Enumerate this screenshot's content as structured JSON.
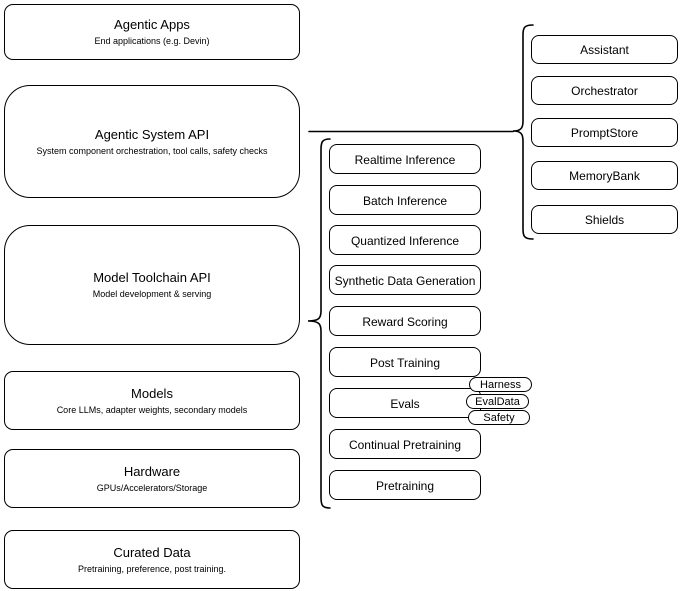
{
  "left_stack": [
    {
      "title": "Agentic Apps",
      "subtitle": "End applications (e.g. Devin)"
    },
    {
      "title": "Agentic System API",
      "subtitle": "System component orchestration, tool calls, safety checks"
    },
    {
      "title": "Model Toolchain API",
      "subtitle": "Model development & serving"
    },
    {
      "title": "Models",
      "subtitle": "Core LLMs, adapter weights, secondary models"
    },
    {
      "title": "Hardware",
      "subtitle": "GPUs/Accelerators/Storage"
    },
    {
      "title": "Curated Data",
      "subtitle": "Pretraining, preference, post training."
    }
  ],
  "toolchain_items": [
    "Realtime Inference",
    "Batch Inference",
    "Quantized Inference",
    "Synthetic Data Generation",
    "Reward Scoring",
    "Post Training",
    "Evals",
    "Continual Pretraining",
    "Pretraining"
  ],
  "eval_tags": [
    "Harness",
    "EvalData",
    "Safety"
  ],
  "system_components": [
    "Assistant",
    "Orchestrator",
    "PromptStore",
    "MemoryBank",
    "Shields"
  ],
  "colors": {
    "stroke": "#000000",
    "fill": "#ffffff",
    "text": "#000000"
  }
}
